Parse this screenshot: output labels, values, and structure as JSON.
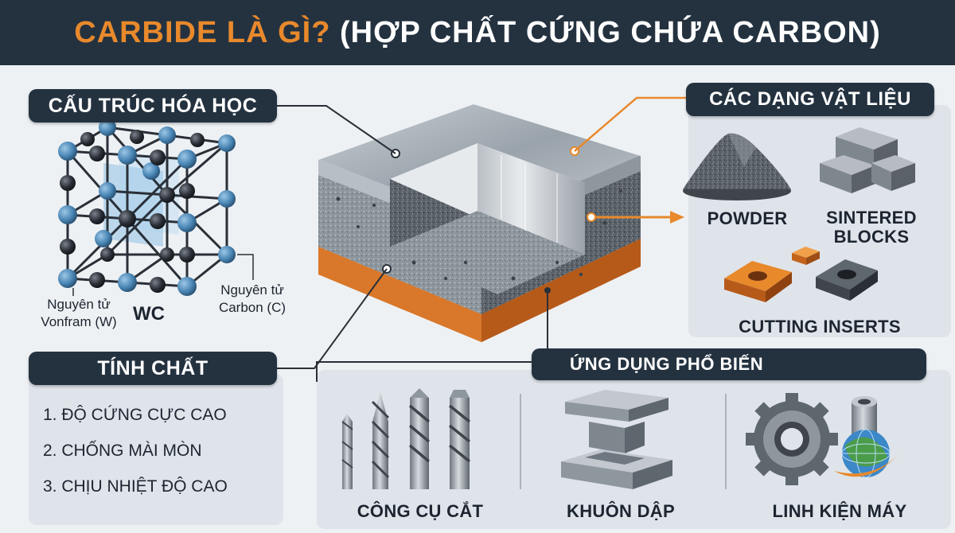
{
  "title": {
    "accent": "CARBIDE LÀ GÌ?",
    "rest": " (HỢP CHẤT CỨNG CHỨA CARBON)"
  },
  "chemical_structure": {
    "heading": "CẤU TRÚC HÓA HỌC",
    "tungsten_label_line1": "Nguyên tử",
    "tungsten_label_line2": "Vonfram (W)",
    "formula": "WC",
    "carbon_label_line1": "Nguyên tử",
    "carbon_label_line2": "Carbon (C)"
  },
  "properties": {
    "heading": "TÍNH CHẤT",
    "items": [
      "1. ĐỘ CỨNG CỰC CAO",
      "2. CHỐNG MÀI MÒN",
      "3. CHỊU NHIỆT ĐỘ CAO"
    ]
  },
  "material_forms": {
    "heading": "CÁC DẠNG VẬT LIỆU",
    "powder": "POWDER",
    "sintered_line1": "SINTERED",
    "sintered_line2": "BLOCKS",
    "inserts": "CUTTING INSERTS"
  },
  "applications": {
    "heading": "ỨNG DỤNG PHỔ BIẾN",
    "items": [
      "CÔNG CỤ CẮT",
      "KHUÔN DẬP",
      "LINH KIỆN MÁY"
    ]
  },
  "colors": {
    "header_bg": "#243240",
    "accent": "#e8892c",
    "panel_bg": "#dfe4ea",
    "tungsten_atom": "#4a86b5",
    "carbon_atom": "#2a2f36"
  }
}
